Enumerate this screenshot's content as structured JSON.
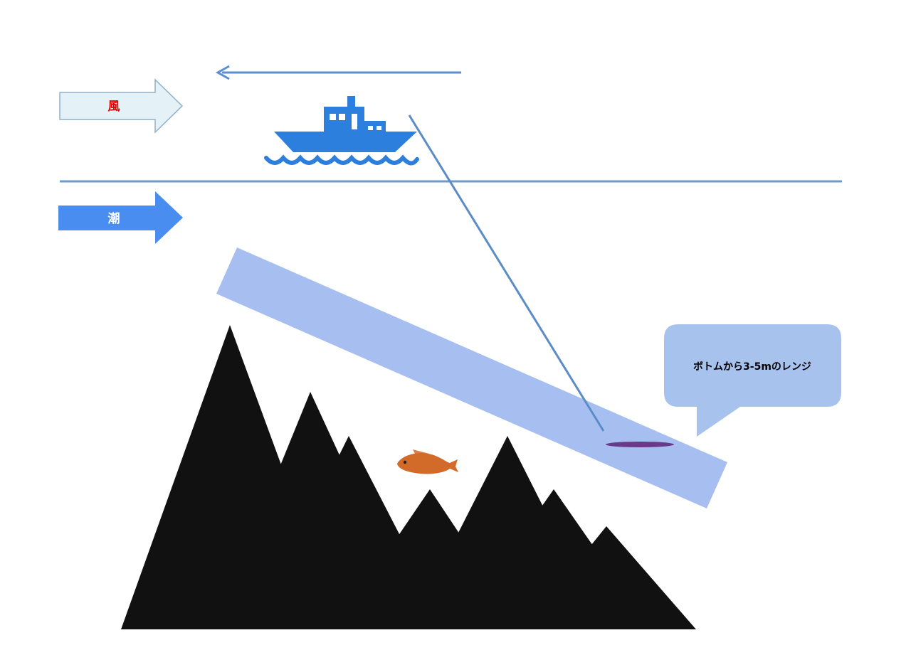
{
  "wind_arrow": {
    "label": "風",
    "fill_color": "#e4f1f7",
    "stroke_color": "#8fb1c9",
    "text_color": "#e00000"
  },
  "tide_arrow": {
    "label": "潮",
    "fill_color": "#4a8df0",
    "text_color": "#ffffff"
  },
  "drift_arrow": {
    "color": "#5b8fd0",
    "icon": "left-arrow-icon"
  },
  "boat": {
    "icon": "boat-icon",
    "color": "#2d7fde"
  },
  "water_surface": {
    "color": "#6b9ccf"
  },
  "fishing_line": {
    "color": "#5a8cc8"
  },
  "range_band": {
    "color": "#a7bff0"
  },
  "seabed": {
    "color": "#111111"
  },
  "fish": {
    "icon": "fish-icon",
    "color": "#d26a2a"
  },
  "lure": {
    "icon": "lure-icon",
    "color": "#6a3a8a"
  },
  "callout": {
    "text": "ボトムから3-5mのレンジ",
    "fill_color": "#a8c2ee",
    "text_color": "#000000"
  }
}
